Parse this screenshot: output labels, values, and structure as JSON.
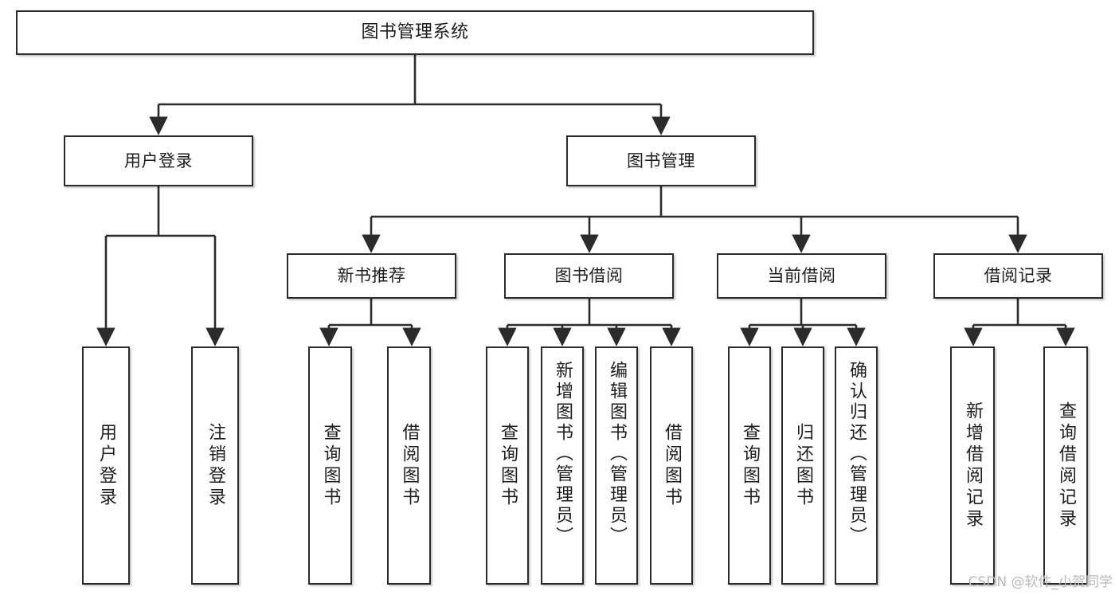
{
  "diagram": {
    "title": "图书管理系统",
    "watermark": "CSDN @软件_小贺同学",
    "colors": {
      "box_border": "#2b2b2b",
      "box_fill": "#ffffff",
      "connector": "#2b2b2b",
      "text": "#1d1d1d",
      "watermark": "#b9b9b9",
      "background": "#ffffff"
    },
    "nodes": {
      "root": {
        "label": "图书管理系统"
      },
      "level2": [
        {
          "id": "user-login",
          "label": "用户登录"
        },
        {
          "id": "book-manage",
          "label": "图书管理"
        }
      ],
      "level3": [
        {
          "id": "new-book-recommend",
          "label": "新书推荐"
        },
        {
          "id": "book-borrow",
          "label": "图书借阅"
        },
        {
          "id": "current-borrow",
          "label": "当前借阅"
        },
        {
          "id": "borrow-record",
          "label": "借阅记录"
        }
      ],
      "leaves": {
        "user_login": [
          {
            "id": "leaf-user-login",
            "label": "用户登录"
          },
          {
            "id": "leaf-logout-login",
            "label": "注销登录"
          }
        ],
        "new_book_recommend": [
          {
            "id": "leaf-query-book-1",
            "label": "查询图书"
          },
          {
            "id": "leaf-borrow-book-1",
            "label": "借阅图书"
          }
        ],
        "book_borrow": [
          {
            "id": "leaf-query-book-2",
            "label": "查询图书"
          },
          {
            "id": "leaf-add-book",
            "label": "新增图书（管理员）"
          },
          {
            "id": "leaf-edit-book",
            "label": "编辑图书（管理员）"
          },
          {
            "id": "leaf-borrow-book-2",
            "label": "借阅图书"
          }
        ],
        "current_borrow": [
          {
            "id": "leaf-query-book-3",
            "label": "查询图书"
          },
          {
            "id": "leaf-return-book",
            "label": "归还图书"
          },
          {
            "id": "leaf-confirm-return",
            "label": "确认归还（管理员）"
          }
        ],
        "borrow_record": [
          {
            "id": "leaf-add-record",
            "label": "新增借阅记录"
          },
          {
            "id": "leaf-query-record",
            "label": "查询借阅记录"
          }
        ]
      }
    }
  }
}
